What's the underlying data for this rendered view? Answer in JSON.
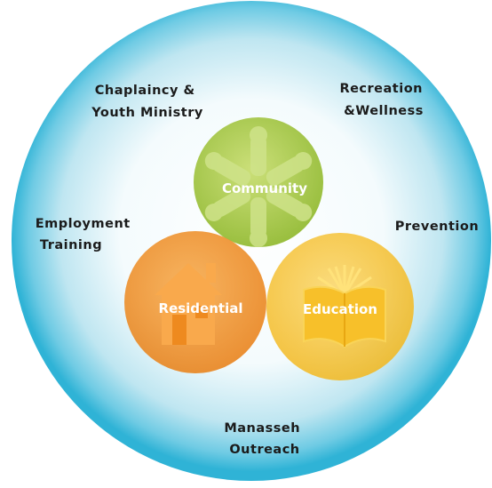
{
  "outer_labels": {
    "chaplaincy": [
      "Chaplaincy &",
      "Youth Ministry"
    ],
    "recreation": [
      "Recreation",
      "&Wellness"
    ],
    "employment": [
      "Employment",
      "Training"
    ],
    "prevention": [
      "Prevention"
    ],
    "outreach": [
      "Manasseh",
      "Outreach"
    ]
  },
  "circles": {
    "community": "Community",
    "residential": "Residential",
    "education": "Education"
  },
  "colors": {
    "outer_center": "#ffffff",
    "outer_edge": "#2fb3d6",
    "community": "#a3c436",
    "residential": "#ef8a1e",
    "education": "#f7c236"
  },
  "icons": {
    "community": "hands-star-icon",
    "residential": "house-icon",
    "education": "open-book-icon"
  }
}
